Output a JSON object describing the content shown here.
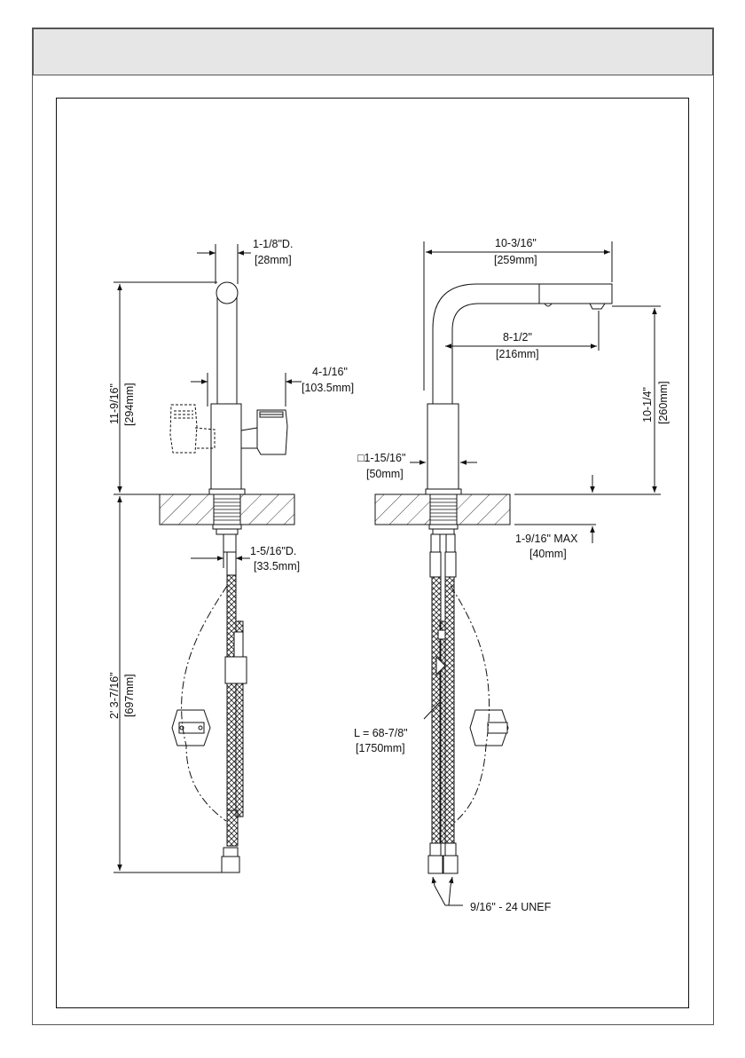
{
  "header": {
    "background": "#e6e6e6"
  },
  "left_view": {
    "spout_diameter": {
      "imperial": "1-1/8\"D.",
      "metric": "[28mm]"
    },
    "handle_reach": {
      "imperial": "4-1/16\"",
      "metric": "[103.5mm]"
    },
    "height_above_deck": {
      "imperial": "11-9/16\"",
      "metric": "[294mm]"
    },
    "shank_diameter": {
      "imperial": "1-5/16\"D.",
      "metric": "[33.5mm]"
    },
    "supply_length": {
      "imperial": "2' 3-7/16\"",
      "metric": "[697mm]"
    }
  },
  "right_view": {
    "overall_reach": {
      "imperial": "10-3/16\"",
      "metric": "[259mm]"
    },
    "spout_reach": {
      "imperial": "8-1/2\"",
      "metric": "[216mm]"
    },
    "spout_clearance": {
      "imperial": "10-1/4\"",
      "metric": "[260mm]"
    },
    "base_size": {
      "imperial": "□1-15/16\"",
      "metric": "[50mm]"
    },
    "deck_thickness": {
      "imperial": "1-9/16\" MAX",
      "metric": "[40mm]"
    },
    "hose_length": {
      "imperial": "L = 68-7/8\"",
      "metric": "[1750mm]"
    },
    "thread": {
      "label": "9/16\" - 24 UNEF"
    }
  },
  "colors": {
    "line": "#111111",
    "hatch": "#333333"
  }
}
